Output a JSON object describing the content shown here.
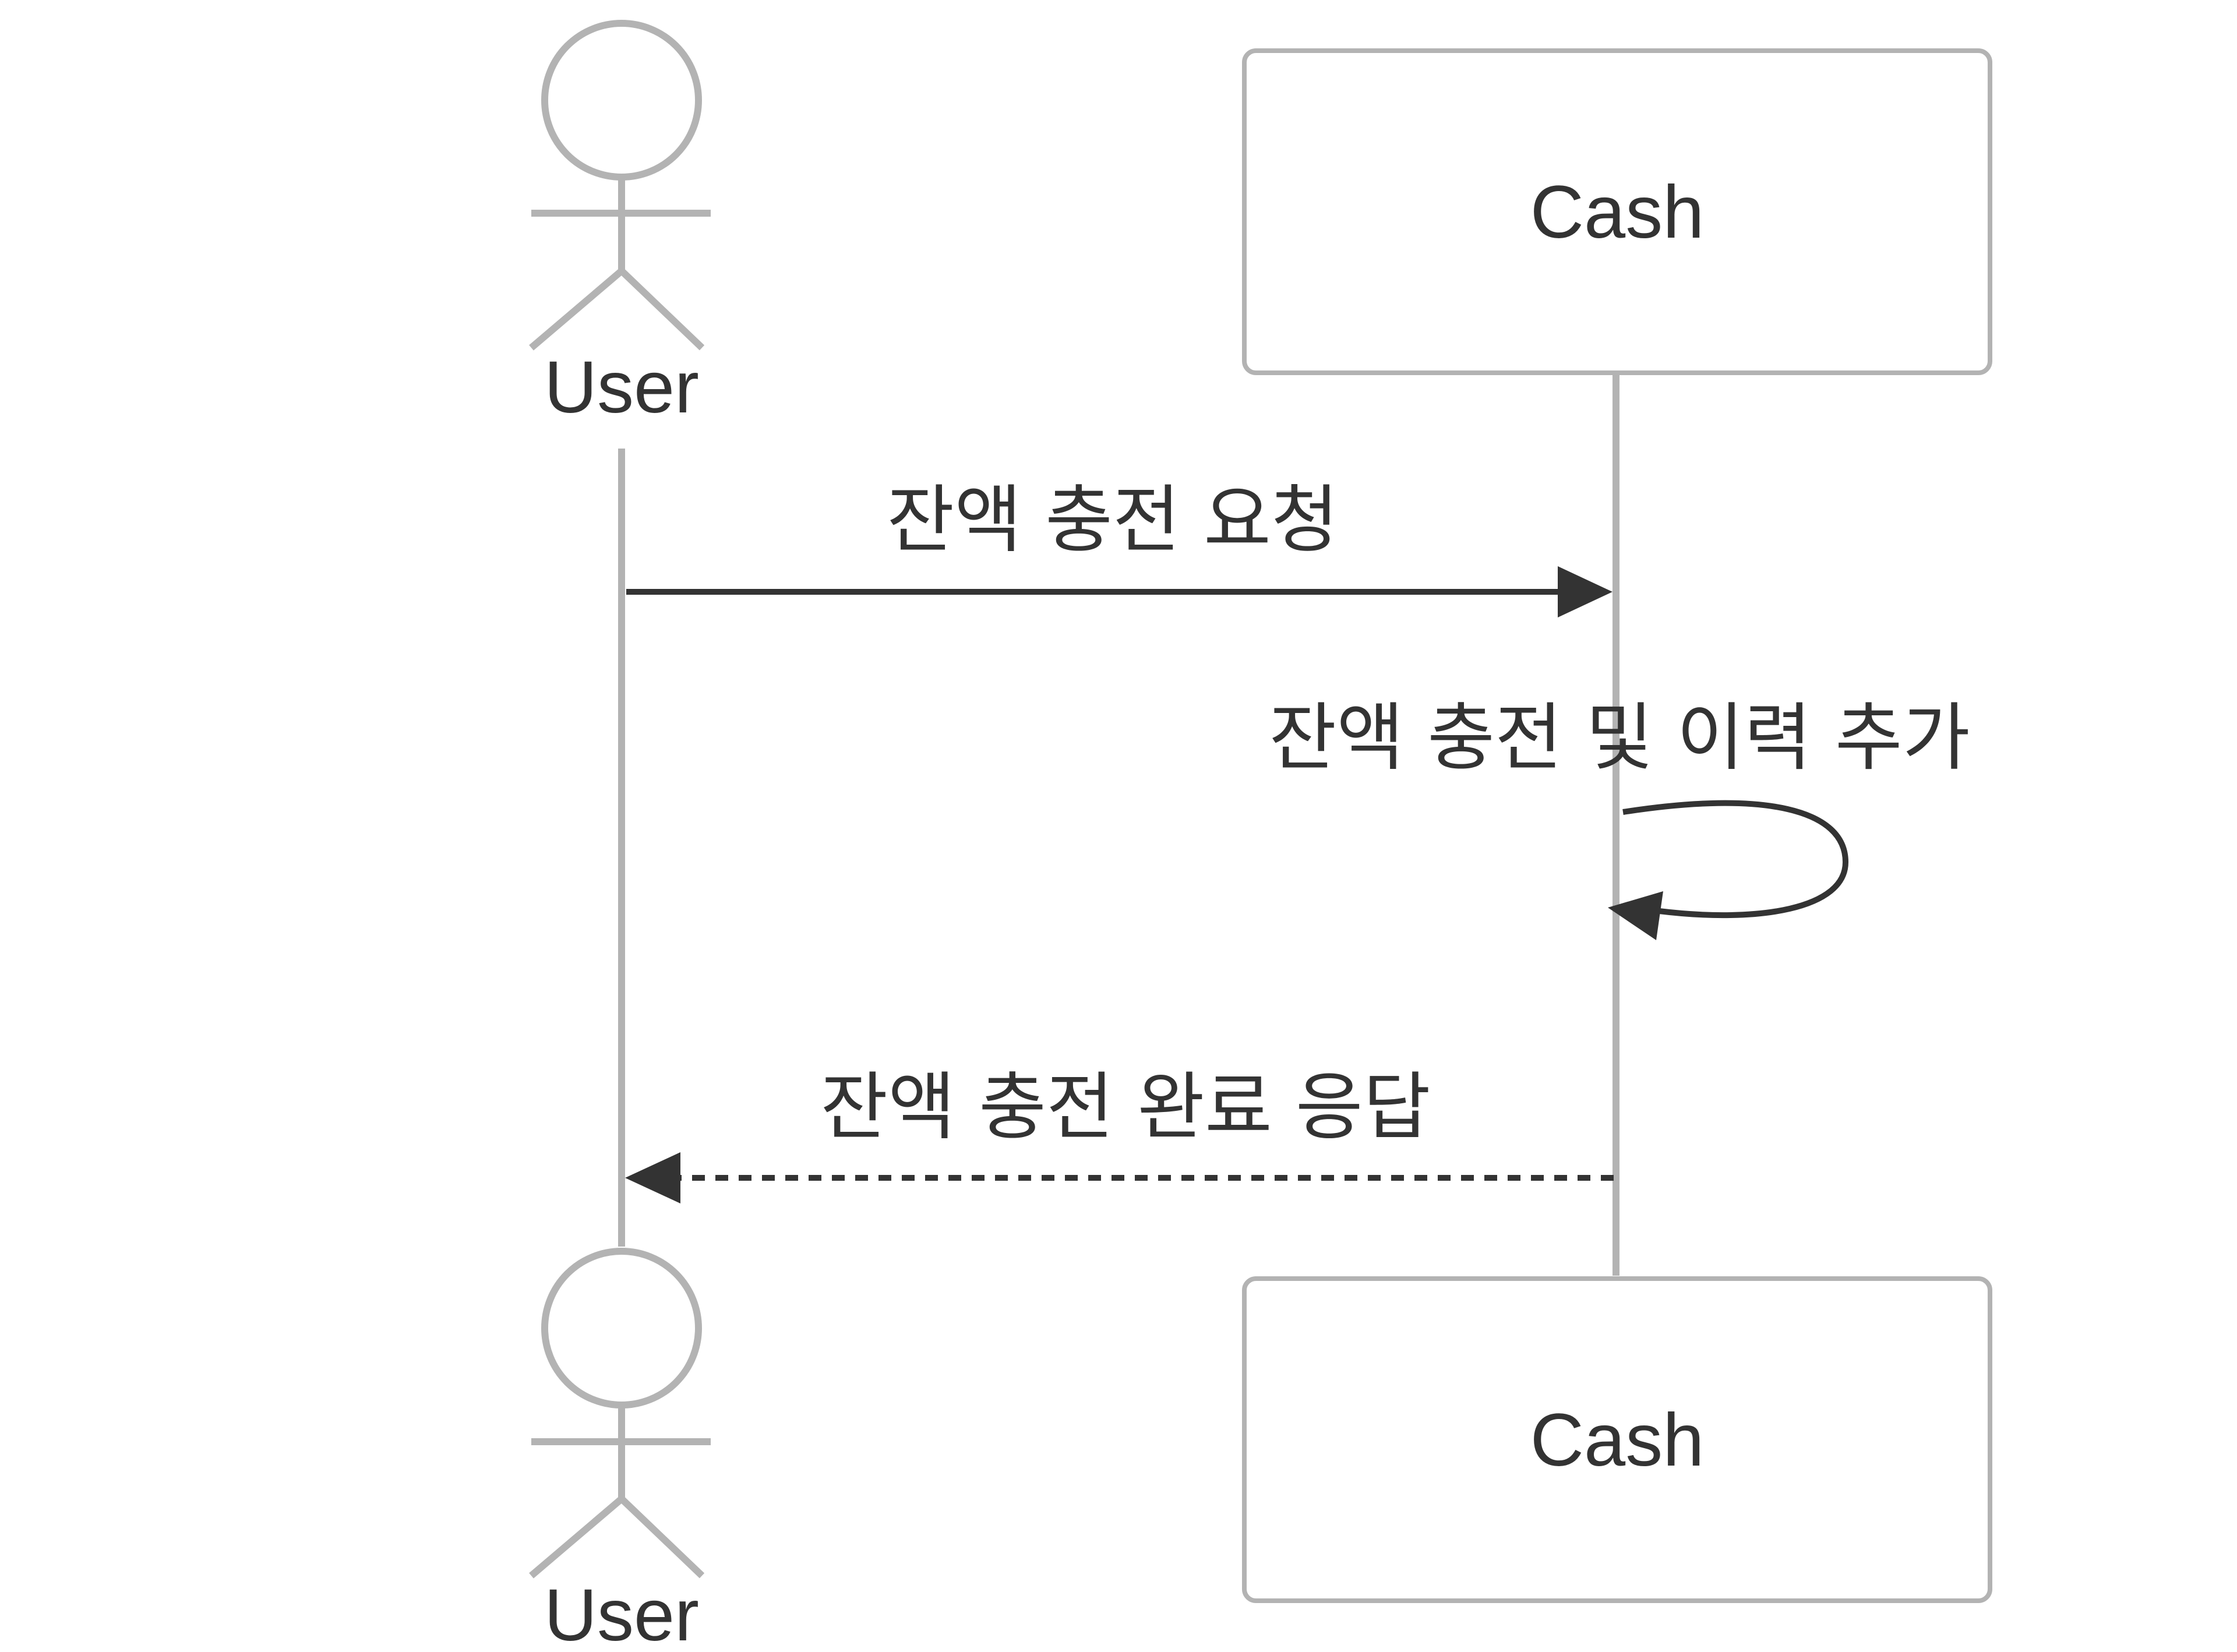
{
  "participants": {
    "user": {
      "label": "User",
      "kind": "actor"
    },
    "cash": {
      "label": "Cash",
      "kind": "participant"
    }
  },
  "messages": [
    {
      "from": "User",
      "to": "Cash",
      "label": "잔액 충전 요청",
      "style": "solid"
    },
    {
      "from": "Cash",
      "to": "Cash",
      "label": "잔액 충전 및 이력 추가",
      "style": "solid-self"
    },
    {
      "from": "Cash",
      "to": "User",
      "label": "잔액 충전 완료 응답",
      "style": "dotted"
    }
  ],
  "colors": {
    "background": "#ffffff",
    "lifeline": "#b3b3b3",
    "box_border": "#b3b3b3",
    "text": "#333333",
    "arrow": "#333333"
  }
}
